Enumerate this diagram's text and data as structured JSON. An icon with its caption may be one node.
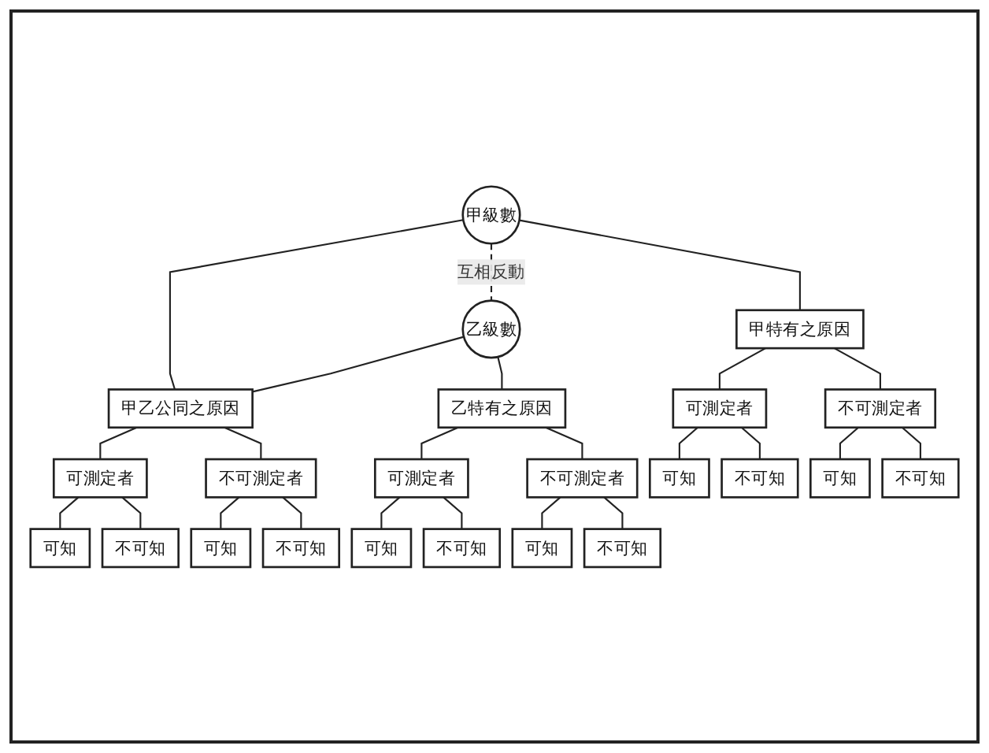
{
  "diagram": {
    "nodes": [
      {
        "text": [
          "甲級數"
        ]
      },
      {
        "text": [
          "乙級數"
        ]
      },
      {
        "text": [
          "甲特有之原因"
        ]
      },
      {
        "text": [
          "甲乙公同之原因"
        ]
      },
      {
        "text": [
          "乙特有之原因"
        ]
      },
      {
        "text": [
          "可測定者"
        ]
      },
      {
        "text": [
          "不可測定者"
        ]
      },
      {
        "text": [
          "可測定者"
        ]
      },
      {
        "text": [
          "不可測定者"
        ]
      },
      {
        "text": [
          "可測定者"
        ]
      },
      {
        "text": [
          "不可測定者"
        ]
      },
      {
        "text": [
          "可知"
        ]
      },
      {
        "text": [
          "不可知"
        ]
      },
      {
        "text": [
          "可知"
        ]
      },
      {
        "text": [
          "不可知"
        ]
      },
      {
        "text": [
          "可知"
        ]
      },
      {
        "text": [
          "不可知"
        ]
      },
      {
        "text": [
          "可知"
        ]
      },
      {
        "text": [
          "不可知"
        ]
      },
      {
        "text": [
          "可知"
        ]
      },
      {
        "text": [
          "不可知"
        ]
      },
      {
        "text": [
          "可知"
        ]
      },
      {
        "text": [
          "不可知"
        ]
      }
    ],
    "edges": [
      {
        "from": 0,
        "to": 1,
        "arrow": "none",
        "style": "dashed",
        "label": "互相反動"
      },
      {
        "from": 0,
        "to": 2,
        "arrow": "none"
      },
      {
        "from": 0,
        "to": 3,
        "arrow": "none"
      },
      {
        "from": 1,
        "to": 3,
        "arrow": "none"
      },
      {
        "from": 1,
        "to": 4,
        "arrow": "none"
      },
      {
        "from": 2,
        "to": 5,
        "arrow": "none"
      },
      {
        "from": 2,
        "to": 6,
        "arrow": "none"
      },
      {
        "from": 3,
        "to": 7,
        "arrow": "none"
      },
      {
        "from": 3,
        "to": 8,
        "arrow": "none"
      },
      {
        "from": 4,
        "to": 9,
        "arrow": "none"
      },
      {
        "from": 4,
        "to": 10,
        "arrow": "none"
      },
      {
        "from": 5,
        "to": 11,
        "arrow": "none"
      },
      {
        "from": 5,
        "to": 12,
        "arrow": "none"
      },
      {
        "from": 6,
        "to": 13,
        "arrow": "none"
      },
      {
        "from": 6,
        "to": 14,
        "arrow": "none"
      },
      {
        "from": 7,
        "to": 15,
        "arrow": "none"
      },
      {
        "from": 7,
        "to": 16,
        "arrow": "none"
      },
      {
        "from": 8,
        "to": 17,
        "arrow": "none"
      },
      {
        "from": 8,
        "to": 18,
        "arrow": "none"
      },
      {
        "from": 9,
        "to": 19,
        "arrow": "none"
      },
      {
        "from": 9,
        "to": 20,
        "arrow": "none"
      },
      {
        "from": 10,
        "to": 21,
        "arrow": "none"
      },
      {
        "from": 10,
        "to": 22,
        "arrow": "none"
      }
    ]
  }
}
